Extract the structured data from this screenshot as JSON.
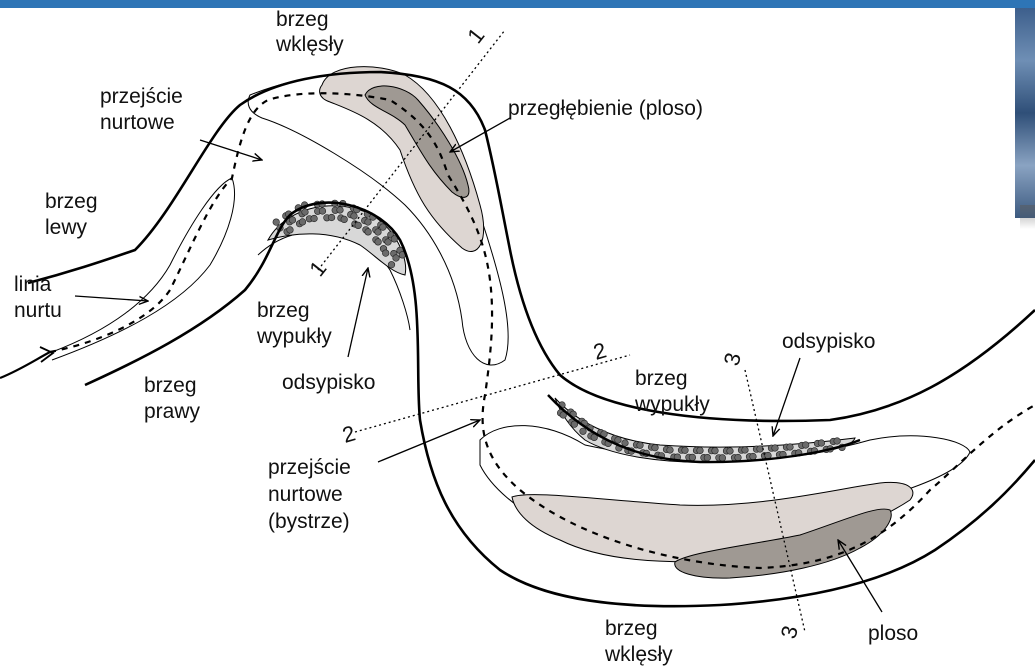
{
  "labels": {
    "concave_bank_top_1": "brzeg",
    "concave_bank_top_2": "wklęsły",
    "crossover_1": "przejście",
    "crossover_2": "nurtowe",
    "pool_top": "przegłębienie (ploso)",
    "left_bank_1": "brzeg",
    "left_bank_2": "lewy",
    "thalweg_1": "linia",
    "thalweg_2": "nurtu",
    "convex_bank_mid_1": "brzeg",
    "convex_bank_mid_2": "wypukły",
    "point_bar_mid": "odsypisko",
    "right_bank_1": "brzeg",
    "right_bank_2": "prawy",
    "riffle_1": "przejście",
    "riffle_2": "nurtowe",
    "riffle_3": "(bystrze)",
    "convex_bank_right_1": "brzeg",
    "convex_bank_right_2": "wypukły",
    "point_bar_right": "odsypisko",
    "concave_bank_bottom_1": "brzeg",
    "concave_bank_bottom_2": "wklęsły",
    "pool_bottom": "ploso"
  },
  "sections": [
    "1",
    "1",
    "2",
    "2",
    "3",
    "3"
  ],
  "colors": {
    "bank_line": "#000000",
    "pool_light": "#ddd6d2",
    "pool_dark": "#9f9993",
    "gravel": "#6b6b6b",
    "header_bar": "#2e75b6"
  }
}
